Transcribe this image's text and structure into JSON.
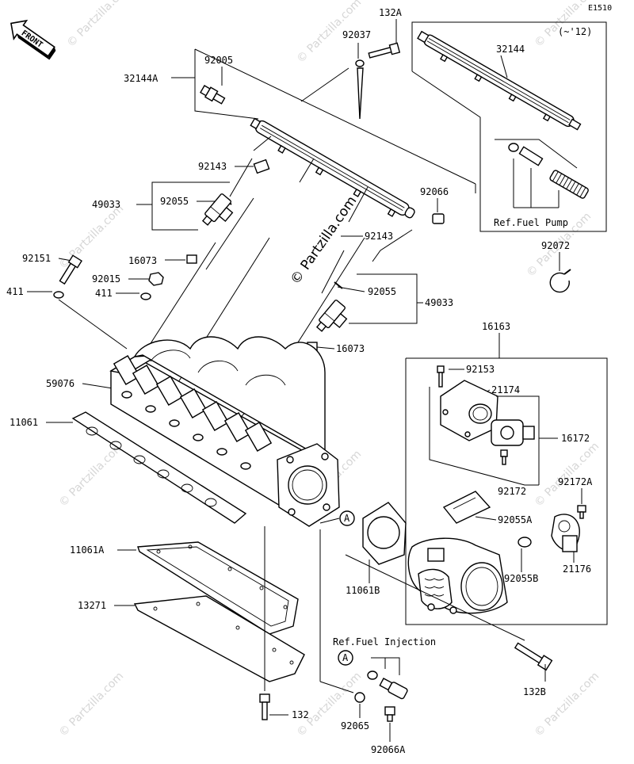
{
  "diagram_code": "E1510",
  "front_label": "FRONT",
  "watermark_center": "© Partzilla.com",
  "watermark_small": "© Partzilla.com",
  "callouts": {
    "p132A": "132A",
    "p92037": "92037",
    "p92005": "92005",
    "p32144A": "32144A",
    "p32144": "32144",
    "year_note": "(~'12)",
    "p92143a": "92143",
    "p92066": "92066",
    "p49033a": "49033",
    "p92055a": "92055",
    "p92143b": "92143",
    "ref_fuel_pump": "Ref.Fuel Pump",
    "p92072": "92072",
    "p92151": "92151",
    "p16073a": "16073",
    "p92015": "92015",
    "p411a": "411",
    "p411b": "411",
    "p92055b": "92055",
    "p49033b": "49033",
    "p16073b": "16073",
    "p16163": "16163",
    "p92153": "92153",
    "p59076": "59076",
    "p21174": "21174",
    "p11061": "11061",
    "p16172": "16172",
    "p92172": "92172",
    "p92172A": "92172A",
    "marker_A": "A",
    "p92055A": "92055A",
    "p11061A": "11061A",
    "p11061B": "11061B",
    "p92055B": "92055B",
    "p21176": "21176",
    "p13271": "13271",
    "ref_fuel_injection": "Ref.Fuel Injection",
    "marker_A2": "A",
    "p132B": "132B",
    "p132": "132",
    "p92065": "92065",
    "p92066A": "92066A"
  }
}
